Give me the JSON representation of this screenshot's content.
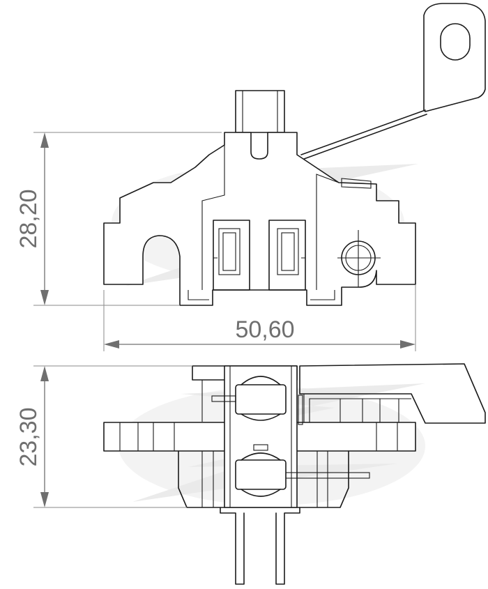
{
  "dimensions": {
    "height_top": "28,20",
    "width_top": "50,60",
    "height_bottom": "23,30"
  },
  "colors": {
    "line": "#1a1a1a",
    "dimension": "#6f6f6f",
    "watermark": "#e9e9e9"
  }
}
